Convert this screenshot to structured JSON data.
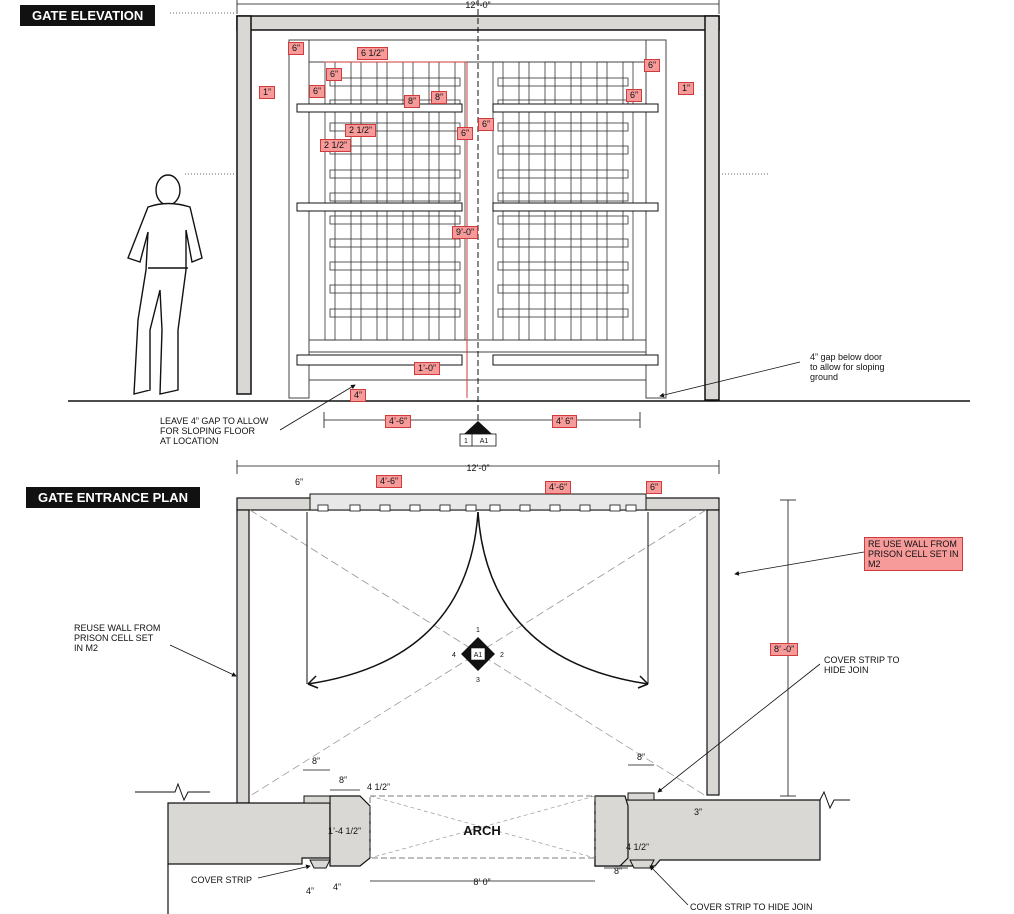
{
  "elevation": {
    "title": "GATE ELEVATION",
    "overall_width": "12’ -0”",
    "height_dim": "9’-0”",
    "gap_dim": "4”",
    "bottom_rail_dim": "1’-0”",
    "leaf_left": "4’-6”",
    "leaf_right": "4’ 6”",
    "marker_top": "1",
    "marker_ref": "A1",
    "note_left": "LEAVE 4” GAP TO ALLOW\nFOR SLOPING FLOOR\nAT LOCATION",
    "note_right": "4” gap below door\nto allow for sloping\nground",
    "tags": {
      "t6_top_left": "6”",
      "t6_half": "6 1/2”",
      "t6_a": "6”",
      "t6_b": "6”",
      "t1_left": "1”",
      "t8_a": "8”",
      "t8_b": "8”",
      "t2h_a": "2 1/2”",
      "t2h_b": "2 1/2”",
      "t6_c": "6”",
      "t6_d": "6”",
      "t6_right_top": "6”",
      "t6_right": "6”",
      "t1_right": "1”",
      "t9": "9’-0”",
      "t10": "1’-0”",
      "t4": "4”",
      "t46l": "4’-6”",
      "t46r": "4’ 6”"
    }
  },
  "plan": {
    "title": "GATE ENTRANCE PLAN",
    "overall_width": "12’-0”",
    "dim_6_left": "6”",
    "dim_6_right": "6”",
    "dim_46_left": "4’-6”",
    "dim_46_right": "4’-6”",
    "dim_8ft": "8’ -0”",
    "arch_label": "ARCH",
    "compass": {
      "n": "1",
      "e": "2",
      "s": "3",
      "w": "4",
      "center": "A1"
    },
    "note_reuse_left": "REUSE WALL FROM\nPRISON CELL SET\nIN M2",
    "note_reuse_right": "RE USE WALL FROM\nPRISON CELL SET IN\nM2",
    "note_cover_strip_top": "COVER STRIP TO\nHIDE JOIN",
    "note_cover_strip": "COVER STRIP",
    "note_cover_strip_bottom": "COVER STRIP TO HIDE JOIN",
    "dim_8_left": "8”",
    "dim_8_left2": "8”",
    "dim_4half_left": "4 1/2”",
    "dim_14half": "1’-4 1/2”",
    "dim_4_a": "4”",
    "dim_4_b": "4”",
    "dim_8_0": "8’ 0”",
    "dim_8_right": "8”",
    "dim_8_right2": "8”",
    "dim_3": "3”",
    "dim_4half_right": "4 1/2”"
  },
  "colors": {
    "tag_fill": "#f69a9a",
    "tag_border": "#d23b3b",
    "wall_fill": "#d9d8d4",
    "title_bg": "#111111"
  }
}
